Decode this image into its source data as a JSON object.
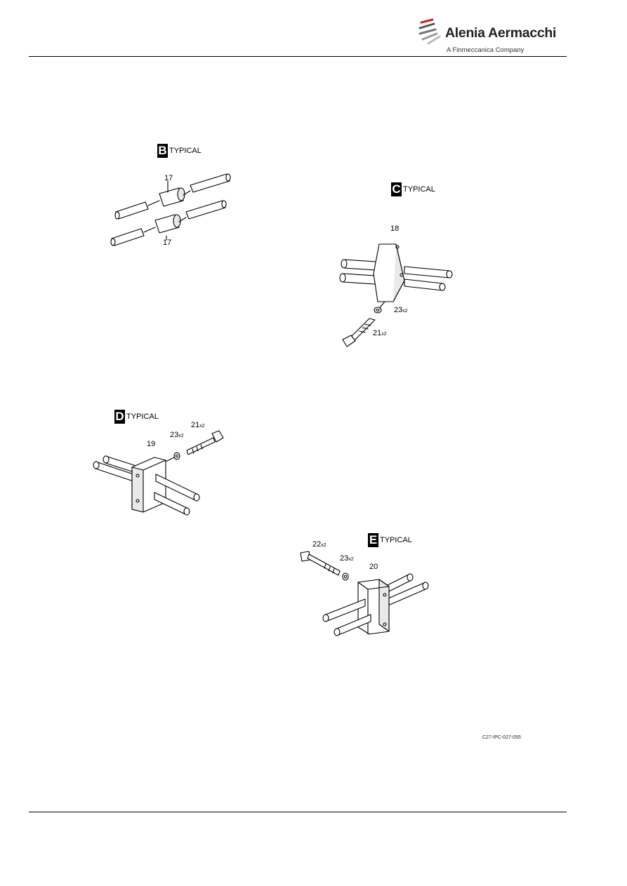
{
  "header": {
    "logo": {
      "name": "Alenia Aermacchi",
      "tagline": "A Finmeccanica Company",
      "mark_icon": "swoosh-logo-icon"
    }
  },
  "views": [
    {
      "letter": "B",
      "label": "TYPICAL",
      "callouts": [
        {
          "num": "17",
          "qty": ""
        },
        {
          "num": "17",
          "qty": ""
        }
      ]
    },
    {
      "letter": "C",
      "label": "TYPICAL",
      "callouts": [
        {
          "num": "18",
          "qty": ""
        },
        {
          "num": "23",
          "qty": "x2"
        },
        {
          "num": "21",
          "qty": "x2"
        }
      ]
    },
    {
      "letter": "D",
      "label": "TYPICAL",
      "callouts": [
        {
          "num": "19",
          "qty": ""
        },
        {
          "num": "23",
          "qty": "x2"
        },
        {
          "num": "21",
          "qty": "x2"
        }
      ]
    },
    {
      "letter": "E",
      "label": "TYPICAL",
      "callouts": [
        {
          "num": "20",
          "qty": ""
        },
        {
          "num": "22",
          "qty": "x2"
        },
        {
          "num": "23",
          "qty": "x2"
        }
      ]
    }
  ],
  "figure_id": "C27-IPC-027-055"
}
